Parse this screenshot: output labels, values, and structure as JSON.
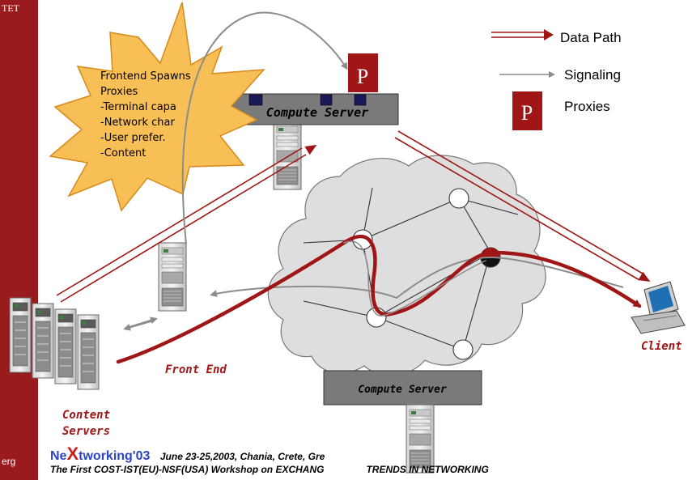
{
  "sidebar": {
    "top_label": "TET",
    "bottom_label": "erg"
  },
  "legend": {
    "items": [
      {
        "label": "Data Path"
      },
      {
        "label": "Signaling"
      },
      {
        "label": "Proxies"
      }
    ],
    "proxy_letter": "P"
  },
  "burst": {
    "lines": [
      "Frontend Spawns",
      "Proxies",
      "-Terminal capa",
      "-Network char",
      "-User prefer.",
      "-Content"
    ]
  },
  "nodes": {
    "compute_server_top": "Compute Server",
    "compute_server_bottom": "Compute Server",
    "front_end": "Front End",
    "content_servers": [
      "Content",
      "Servers"
    ],
    "client": "Client"
  },
  "footer": {
    "brand_prefix": "Ne",
    "brand_x": "X",
    "brand_suffix": "tworking'03",
    "dates": "June 23-25,2003, Chania, Crete, Gre",
    "line2": "The First COST-IST(EU)-NSF(USA) Workshop on EXCHANG",
    "line2_tail": "TRENDS IN NETWORKING"
  },
  "colors": {
    "accent": "#9a1b1e",
    "data_path": "#a01515",
    "signaling": "#8c8c8c",
    "label_red": "#a01515"
  }
}
